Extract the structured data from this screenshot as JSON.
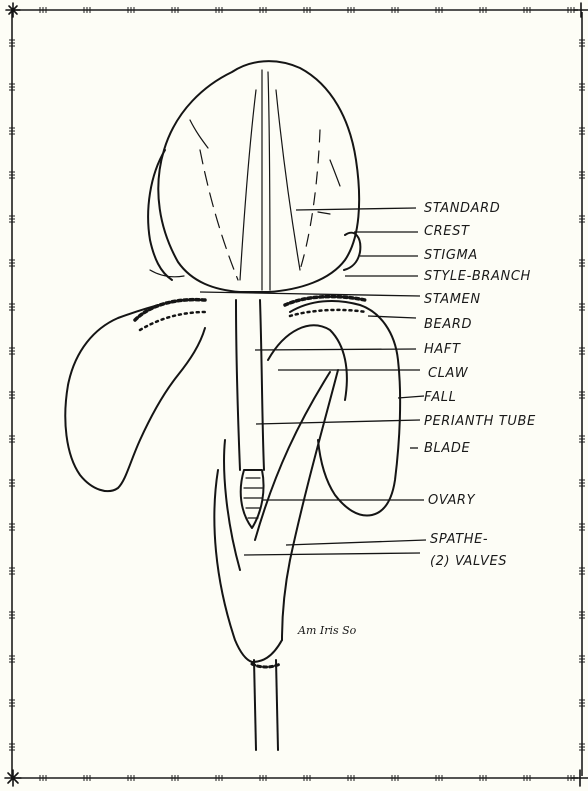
{
  "labels": {
    "standard": "STANDARD",
    "crest": "CREST",
    "stigma": "STIGMA",
    "style_branch": "STYLE-BRANCH",
    "stamen": "STAMEN",
    "beard": "BEARD",
    "haft": "HAFT",
    "claw": "CLAW",
    "fall": "FALL",
    "perianth_tube": "PERIANTH TUBE",
    "blade": "BLADE",
    "ovary": "OVARY",
    "spathe": "SPATHE-",
    "valves": "(2) VALVES"
  },
  "signature": "Am Iris So",
  "colors": {
    "paper": "#fdfdf6",
    "ink": "#151515"
  },
  "icons": {
    "corner": "flourish-cross-icon"
  }
}
